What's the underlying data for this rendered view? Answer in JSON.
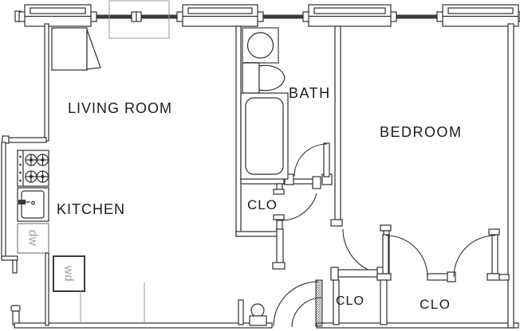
{
  "labels": {
    "living_room": "LIVING ROOM",
    "kitchen": "KITCHEN",
    "bath": "BATH",
    "bedroom": "BEDROOM",
    "closet_hall": "CLO",
    "closet_entry": "CLO",
    "closet_bedroom": "CLO",
    "dishwasher": "dw",
    "washer_dryer": "wd"
  },
  "colors": {
    "wall_line": "#2f2f2f",
    "thick_wall": "#3a3a3a",
    "light_gray": "#9a9a9a",
    "label_text": "#1c1c1c",
    "background": "#ffffff"
  }
}
